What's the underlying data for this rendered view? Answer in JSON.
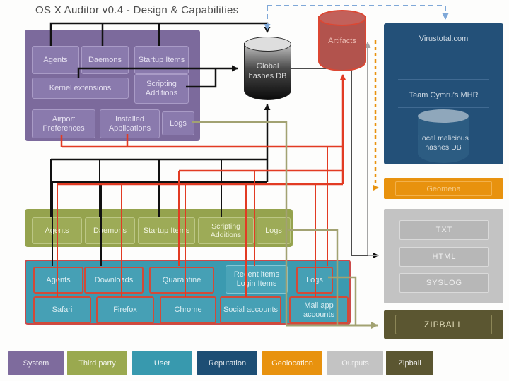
{
  "title": "OS X Auditor v0.4 - Design & Capabilities",
  "system_group": {
    "legend": "System",
    "items": [
      "Agents",
      "Daemons",
      "Startup Items",
      "Kernel extensions",
      "Scripting Additions",
      "Airport Preferences",
      "Installed Applications",
      "Logs"
    ]
  },
  "third_party_group": {
    "legend": "Third party",
    "items": [
      "Agents",
      "Daemons",
      "Startup Items",
      "Scripting Additions",
      "Logs"
    ]
  },
  "user_group": {
    "legend": "User",
    "row1": [
      "Agents",
      "Downloads",
      "Quarantine",
      "Recent items Login Items",
      "Logs"
    ],
    "row2": [
      "Safari",
      "Firefox",
      "Chrome",
      "Social accounts",
      "Mail app accounts"
    ]
  },
  "databases": {
    "global_hashes": "Global hashes DB",
    "artifacts": "Artifacts",
    "local_malicious": "Local malicious hashes DB"
  },
  "reputation": {
    "legend": "Reputation",
    "services": [
      "Virustotal.com",
      "Team Cymru's MHR"
    ]
  },
  "geolocation": {
    "legend": "Geolocation",
    "service": "Geomena"
  },
  "outputs": {
    "legend": "Outputs",
    "formats": [
      "TXT",
      "HTML",
      "SYSLOG"
    ]
  },
  "zipball": {
    "legend": "Zipball",
    "label": "ZIPBALL"
  },
  "legend": [
    {
      "label": "System",
      "color": "#7e6b9d"
    },
    {
      "label": "Third party",
      "color": "#9aa94f"
    },
    {
      "label": "User",
      "color": "#3899ae"
    },
    {
      "label": "Reputation",
      "color": "#1d4e74"
    },
    {
      "label": "Geolocation",
      "color": "#e8920e"
    },
    {
      "label": "Outputs",
      "color": "#c3c3c3"
    },
    {
      "label": "Zipball",
      "color": "#5b5631"
    }
  ],
  "connector_colors": {
    "system_flow": "#111111",
    "artifact_flow": "#e23b23",
    "reputation_flow": "#7fa8d8",
    "geolocation_flow": "#e8920e",
    "output_flow": "#a5a5a5",
    "zipball_flow": "#a2a272"
  }
}
